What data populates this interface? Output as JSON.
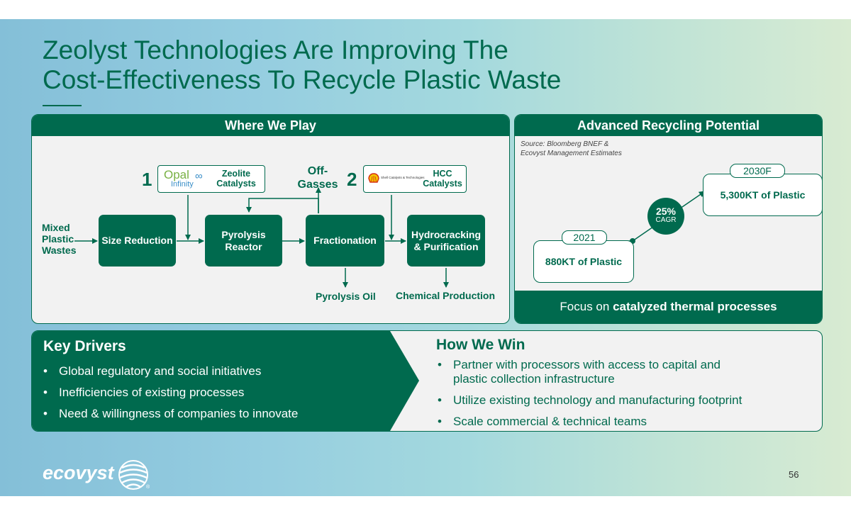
{
  "slide": {
    "title_line1": "Zeolyst Technologies Are Improving The",
    "title_line2": "Cost-Effectiveness To Recycle Plastic Waste",
    "page_number": "56"
  },
  "where_we_play": {
    "header": "Where We Play",
    "input_label_1": "Mixed",
    "input_label_2": "Plastic",
    "input_label_3": "Wastes",
    "steps": {
      "size_reduction": "Size Reduction",
      "pyrolysis_1": "Pyrolysis",
      "pyrolysis_2": "Reactor",
      "fractionation": "Fractionation",
      "hydrocracking_1": "Hydrocracking",
      "hydrocracking_2": "& Purification"
    },
    "marker_1": "1",
    "marker_2": "2",
    "zeolite_1": "Zeolite",
    "zeolite_2": "Catalysts",
    "opal_logo_1": "Opal",
    "opal_logo_2": "Infinity",
    "hcc_1": "HCC",
    "hcc_2": "Catalysts",
    "shell_text": "Shell Catalysts & Technologies",
    "offgas_1": "Off-",
    "offgas_2": "Gasses",
    "output_1": "Pyrolysis Oil",
    "output_2": "Chemical Production"
  },
  "advanced_recycling": {
    "header": "Advanced Recycling Potential",
    "source_line1": "Source: Bloomberg BNEF &",
    "source_line2": "Ecovyst Management Estimates",
    "year_start": "2021",
    "value_start": "880KT of Plastic",
    "year_end": "2030F",
    "value_end": "5,300KT of Plastic",
    "cagr_value": "25%",
    "cagr_label": "CAGR",
    "focus_prefix": "Focus on ",
    "focus_bold": "catalyzed thermal processes"
  },
  "key_drivers": {
    "title": "Key Drivers",
    "items": [
      "Global regulatory and social initiatives",
      "Inefficiencies of existing processes",
      "Need & willingness of companies to innovate"
    ]
  },
  "how_we_win": {
    "title": "How We Win",
    "items": [
      "Partner with processors with access to capital and plastic collection infrastructure",
      "Utilize existing technology and manufacturing footprint",
      "Scale commercial & technical teams"
    ]
  },
  "brand": {
    "logo_text": "ecovyst",
    "primary_color": "#006a4e"
  }
}
